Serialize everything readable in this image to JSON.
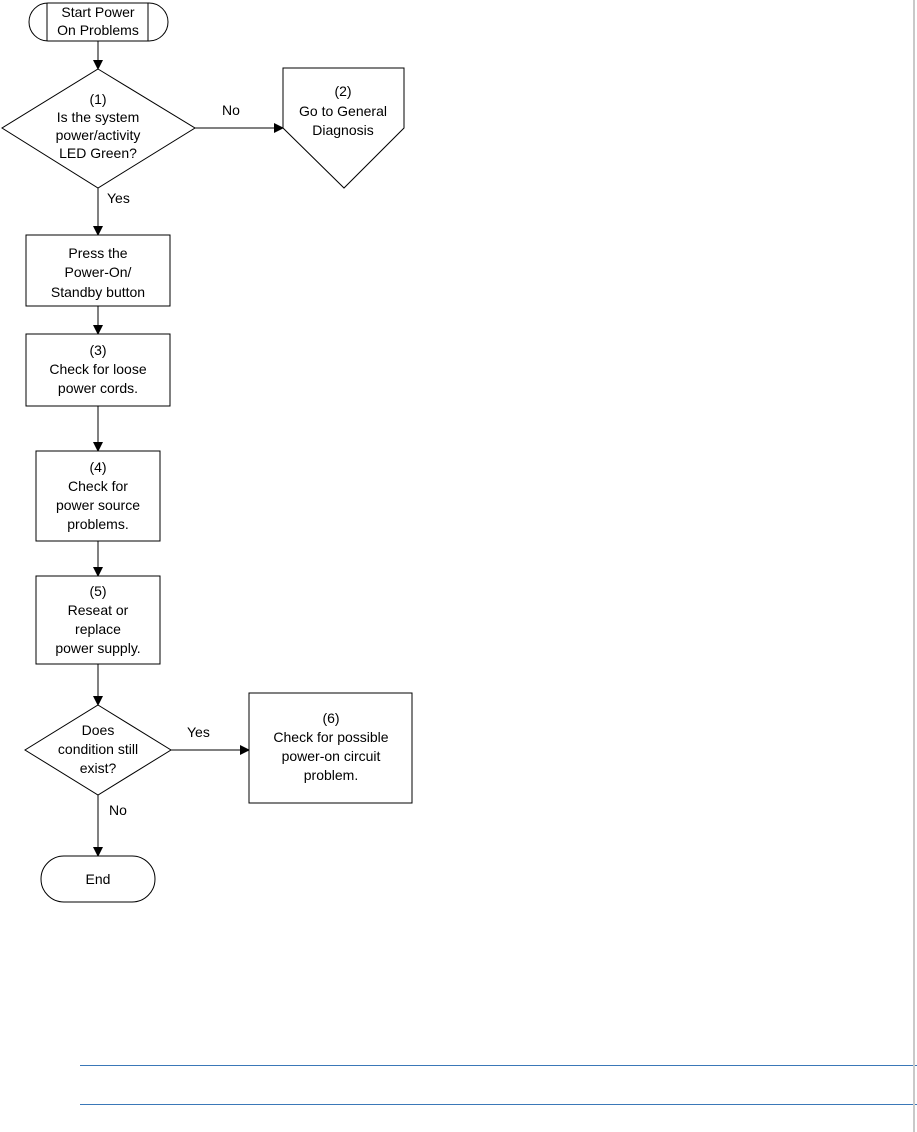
{
  "flowchart": {
    "start": [
      "Start Power",
      "On Problems"
    ],
    "step1": [
      "(1)",
      "Is the system",
      "power/activity",
      "LED Green?"
    ],
    "step2": [
      "(2)",
      "Go to General",
      "Diagnosis"
    ],
    "press": [
      "Press the",
      "Power-On/",
      "Standby button"
    ],
    "step3": [
      "(3)",
      "Check for loose",
      "power cords."
    ],
    "step4": [
      "(4)",
      "Check for",
      "power source",
      "problems."
    ],
    "step5": [
      "(5)",
      "Reseat or",
      "replace",
      "power supply."
    ],
    "decision2": [
      "Does",
      "condition still",
      "exist?"
    ],
    "step6": [
      "(6)",
      "Check for possible",
      "power-on circuit",
      "problem."
    ],
    "end": [
      "End"
    ],
    "edges": {
      "step1_no": "No",
      "step1_yes": "Yes",
      "decision2_yes": "Yes",
      "decision2_no": "No"
    }
  },
  "colors": {
    "rule": "#3a78b8",
    "stroke": "#000000"
  }
}
